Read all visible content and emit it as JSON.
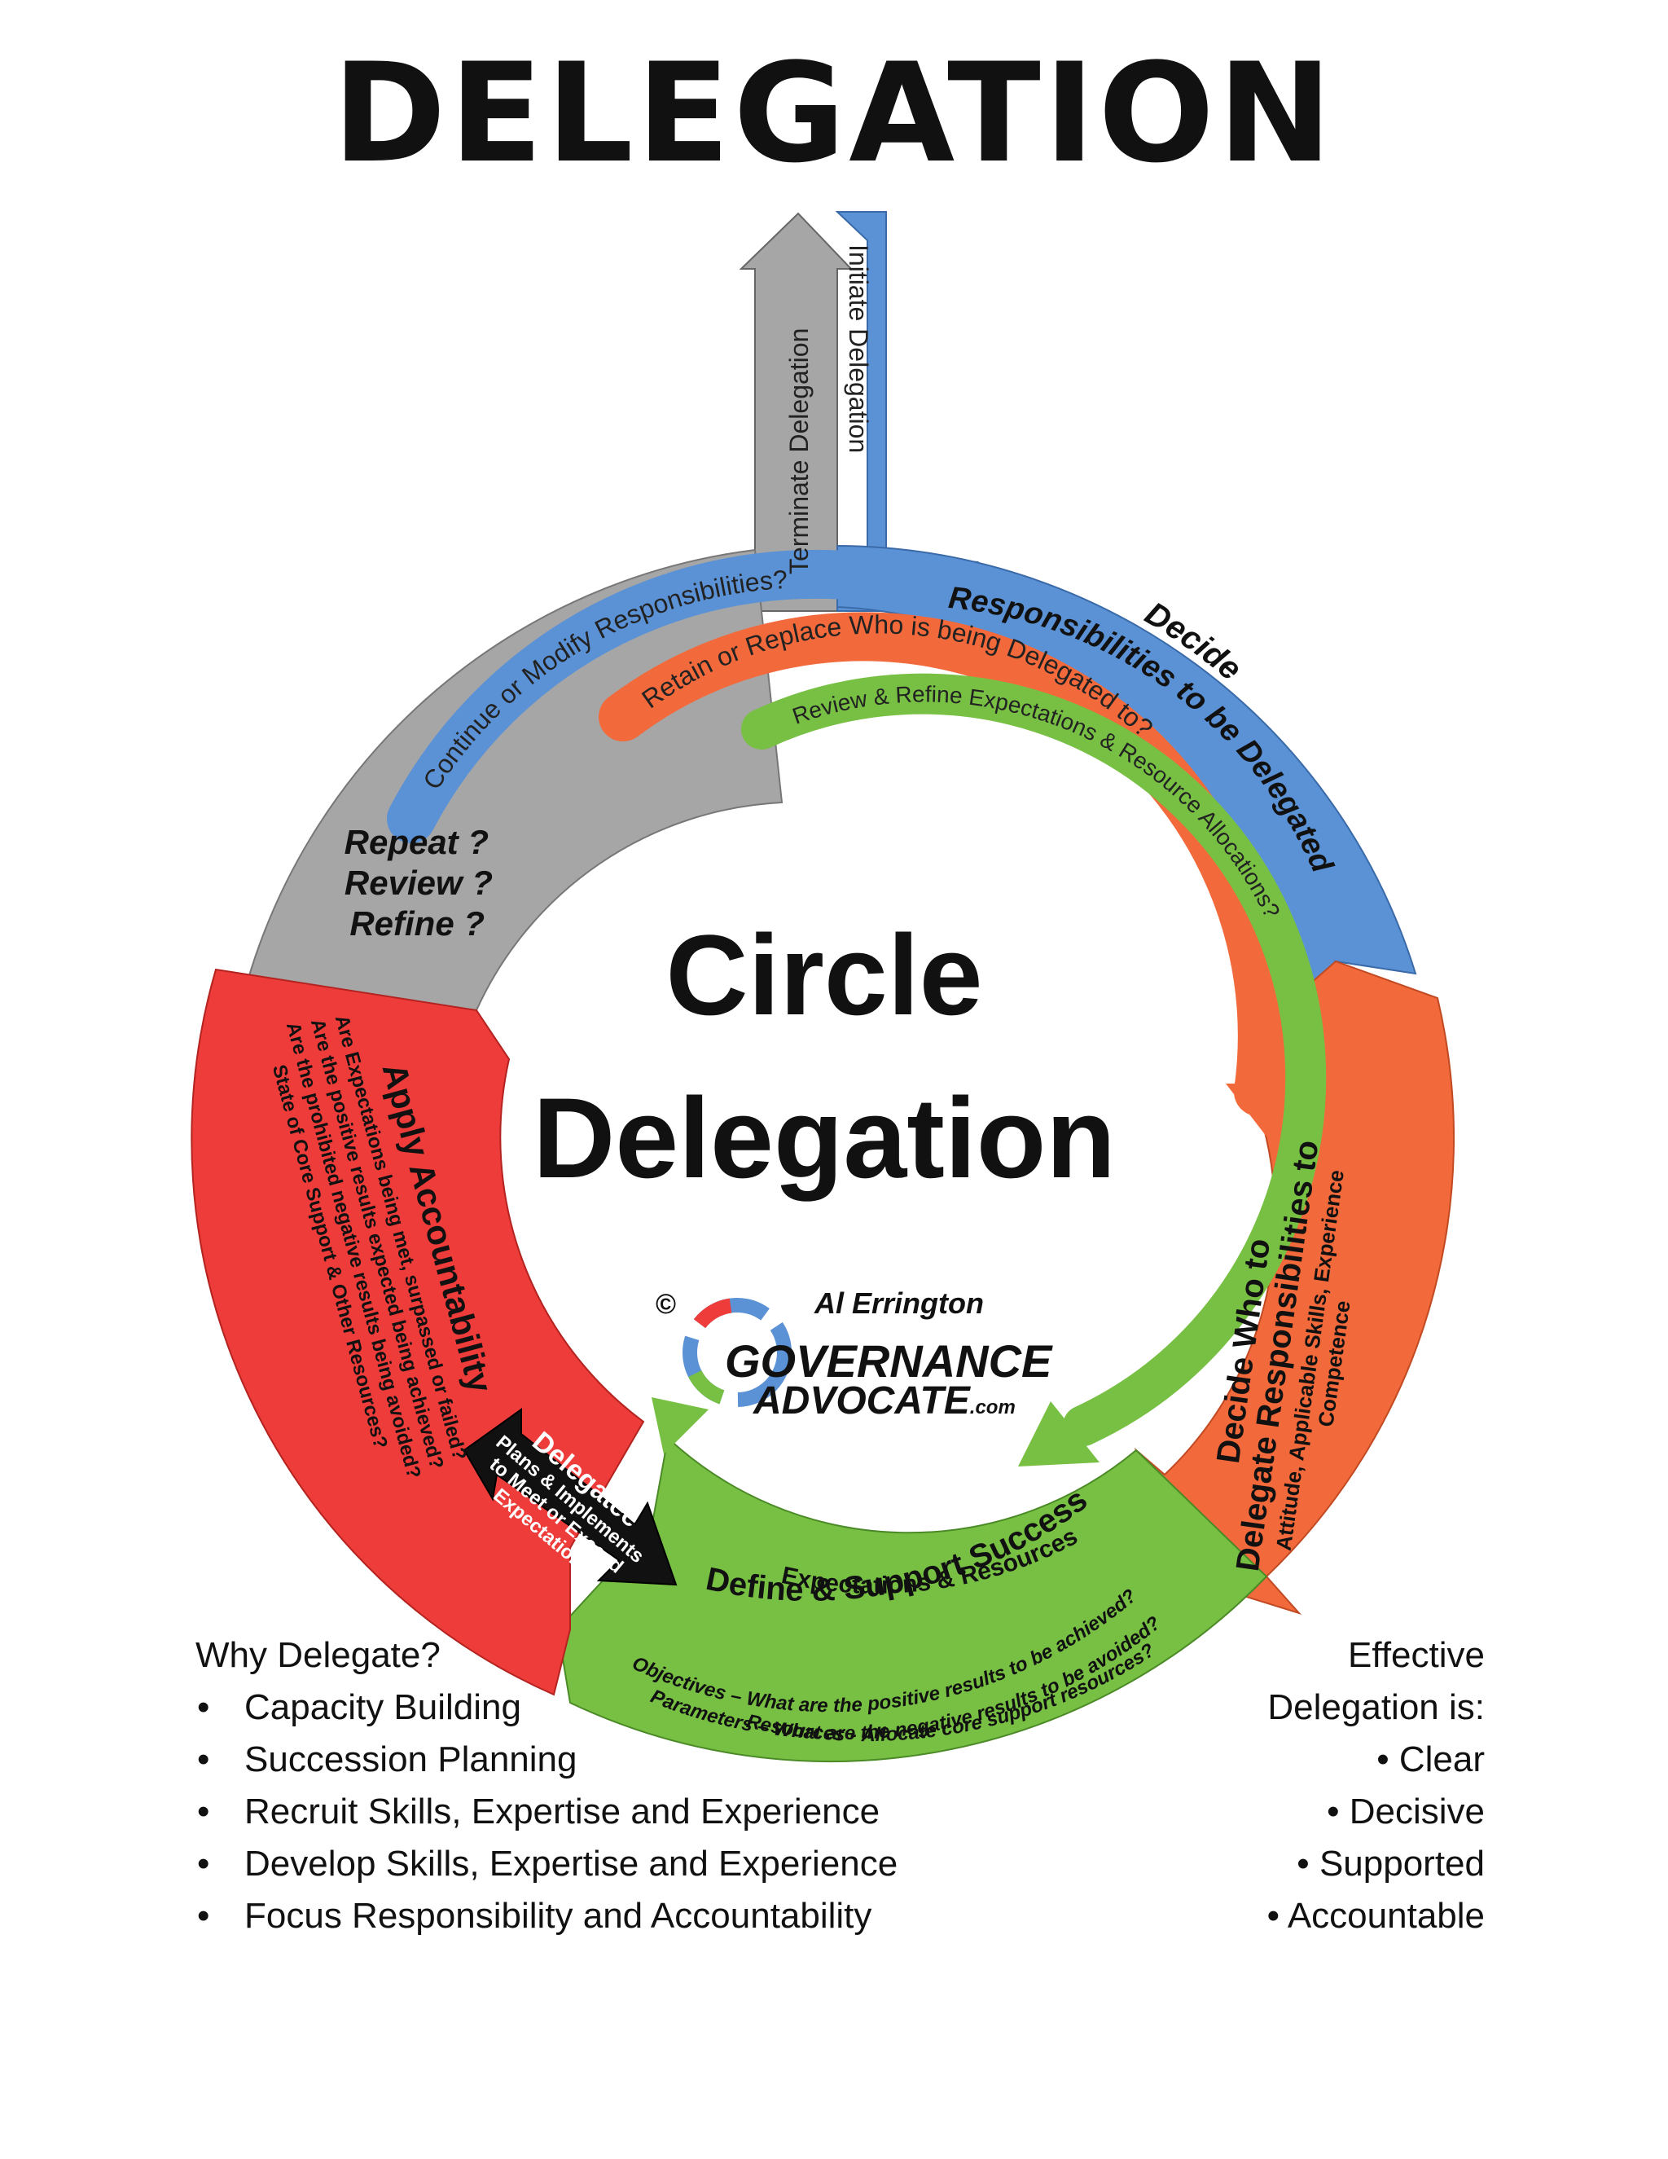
{
  "title": "DELEGATION",
  "center": {
    "line1": "Circle",
    "line2": "Delegation"
  },
  "arrows": {
    "initiate": "Initiate Delegation",
    "terminate": "Terminate Delegation",
    "continue": "Continue or Modify Responsibilities?",
    "retain": "Retain or Replace Who is being Delegated to?",
    "review": "Review & Refine Expectations & Resource Allocations?"
  },
  "stages": {
    "decide_resp": {
      "line1": "Decide",
      "line2": "Responsibilities to be Delegated"
    },
    "decide_who": {
      "line1": "Decide Who to",
      "line2": "Delegate Responsibilities to",
      "line3": "Attitude, Applicable Skills, Experience",
      "line4": "Competence"
    },
    "define": {
      "line1": "Define & Support Success",
      "line2": "Expectations & Resources",
      "line3": "Objectives – What are the positive results to be achieved?",
      "line4": "Parameters – What are the negative results to be avoided?",
      "line5": "Resources - Allocate core support resources?"
    },
    "delegatee": {
      "line1": "Delegatee",
      "line2": "Plans & Implements",
      "line3": "to Meet or Exceed",
      "line4": "Expectations"
    },
    "accountability": {
      "line1": "Apply Accountability",
      "line2": "Are Expectations being met, surpassed or failed?",
      "line3": "Are the positive results expected being achieved?",
      "line4": "Are the prohibited negative results being avoided?",
      "line5": "State of Core Support & Other Resources?"
    },
    "repeat": {
      "line1": "Repeat ?",
      "line2": "Review ?",
      "line3": "Refine ?"
    }
  },
  "logo": {
    "copyright": "©",
    "author": "Al Errington",
    "line1": "GOVERNANCE",
    "line2": "ADVOCATE",
    "suffix": ".com"
  },
  "why": {
    "heading": "Why Delegate?",
    "items": [
      "Capacity Building",
      "Succession Planning",
      "Recruit Skills, Expertise and Experience",
      "Develop Skills, Expertise and Experience",
      "Focus Responsibility and Accountability"
    ]
  },
  "effective": {
    "heading1": "Effective",
    "heading2": "Delegation is:",
    "items": [
      "Clear",
      "Decisive",
      "Supported",
      "Accountable"
    ]
  },
  "colors": {
    "blue": "#5b92d6",
    "gray": "#a6a6a6",
    "orange": "#f26a3b",
    "green": "#77c043",
    "red": "#ee3c3a",
    "black": "#111111"
  }
}
